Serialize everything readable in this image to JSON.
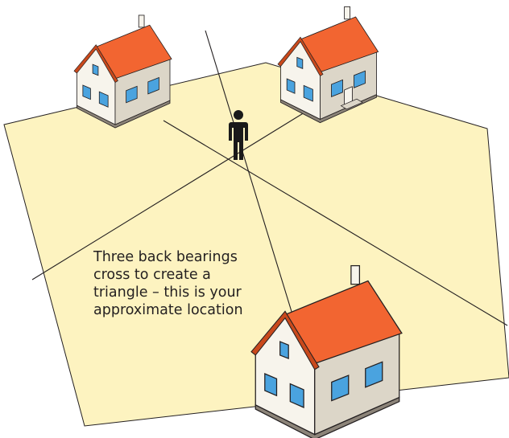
{
  "caption": {
    "lines": [
      "Three back bearings",
      "cross to create a",
      "triangle – this is your",
      "approximate location"
    ]
  },
  "colors": {
    "ground": "#fdf3c0",
    "outline": "#231f20",
    "roof": "#f26531",
    "roof_dark": "#c9491c",
    "wall": "#f7f4ec",
    "wall_shade": "#dcd6c8",
    "window": "#4aa3df",
    "base": "#8c8479",
    "person": "#1a1a1a"
  },
  "icons": {
    "person": "standing-person-icon",
    "house": "house-icon"
  }
}
